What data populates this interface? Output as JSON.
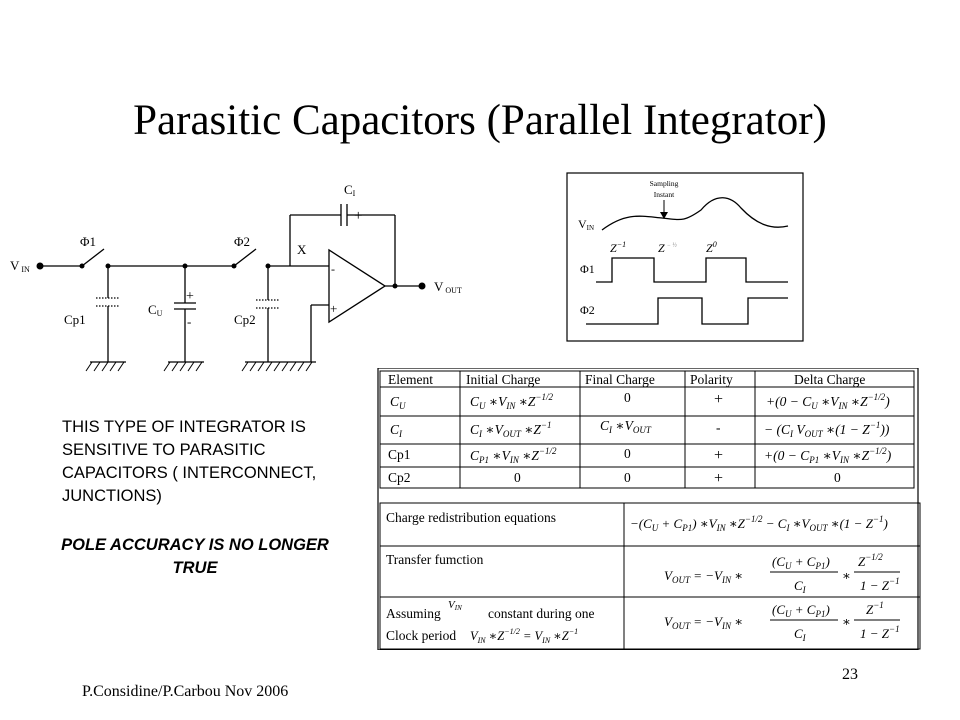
{
  "title": "Parasitic Capacitors (Parallel Integrator)",
  "circuit": {
    "vin": "V",
    "vin_sub": "IN",
    "vout": "V",
    "vout_sub": "OUT",
    "phi1": "Φ1",
    "phi2": "Φ2",
    "ci": "C",
    "ci_sub": "I",
    "cu": "C",
    "cu_sub": "U",
    "cp1": "Cp1",
    "cp2": "Cp2",
    "node_x": "X",
    "minus": "-",
    "plus": "+"
  },
  "timing": {
    "sampling": "Sampling",
    "instant": "Instant",
    "vin": "V",
    "vin_sub": "IN",
    "z1": "Z",
    "z1_sup": "−1",
    "z2": "Z",
    "z2_sup": "− ½",
    "z3": "Z",
    "z3_sup": "0",
    "phi1": "Φ1",
    "phi2": "Φ2"
  },
  "sensitivity_text": "THIS TYPE OF INTEGRATOR IS SENSITIVE TO PARASITIC CAPACITORS ( INTERCONNECT, JUNCTIONS)",
  "pole_text": "POLE ACCURACY IS NO LONGER TRUE",
  "charge_table": {
    "headers": [
      "Element",
      "Initial Charge",
      "Final Charge",
      "Polarity",
      "Delta Charge"
    ],
    "rows": [
      [
        "C_U",
        "C_U*V_IN*Z^-1/2",
        "0",
        "+",
        "+(0−C_U*V_IN*Z^-1/2)"
      ],
      [
        "C_I",
        "C_I*V_OUT*Z^-1",
        "C_I*V_OUT",
        "-",
        "−(C_I*V_OUT*(1−Z^-1))"
      ],
      [
        "Cp1",
        "C_P1*V_IN*Z^-1/2",
        "0",
        "+",
        "+(0−C_P1*V_IN*Z^-1/2)"
      ],
      [
        "Cp2",
        "0",
        "0",
        "+",
        "0"
      ]
    ]
  },
  "equations": {
    "row1_label": "Charge redistribution equations",
    "row1_eq": "−(C_U + C_P1)*V_IN*Z^-1/2 − C_I*V_OUT*(1−Z^-1)",
    "row2_label": "Transfer fumction",
    "row2_eq": "V_OUT = −V_IN*((C_U + C_P1)/C_I)*(Z^-1/2/(1−Z^-1))",
    "row3_label_a": "Assuming",
    "row3_label_vin": "V_IN",
    "row3_label_b": "constant during one",
    "row3_label_c": "Clock period",
    "row3_label_eq": "V_IN*Z^-1/2 = V_IN*Z^-1",
    "row3_eq": "V_OUT = −V_IN*((C_U + C_P1)/C_I)*(Z^-1/(1−Z^-1))"
  },
  "footer": "P.Considine/P.Carbou Nov 2006",
  "page_number": "23"
}
